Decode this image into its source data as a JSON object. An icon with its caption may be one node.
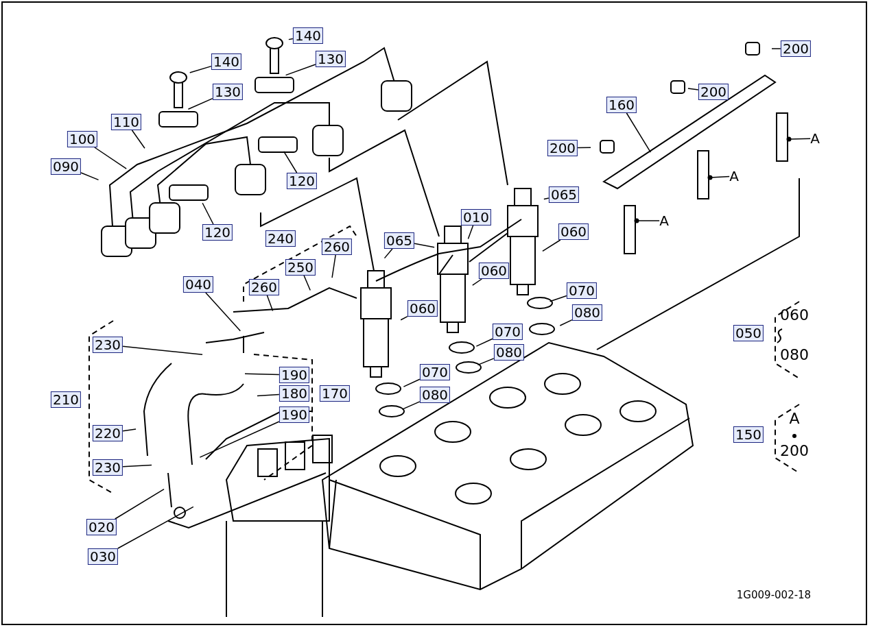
{
  "diagram": {
    "nodes": [
      {
        "text": [
          "140"
        ]
      },
      {
        "text": [
          "140"
        ]
      },
      {
        "text": [
          "130"
        ]
      },
      {
        "text": [
          "130"
        ]
      },
      {
        "text": [
          "200"
        ]
      },
      {
        "text": [
          "200"
        ]
      },
      {
        "text": [
          "110"
        ]
      },
      {
        "text": [
          "160"
        ]
      },
      {
        "text": [
          "100"
        ]
      },
      {
        "text": [
          "200"
        ]
      },
      {
        "text": [
          "090"
        ]
      },
      {
        "text": [
          "120"
        ]
      },
      {
        "text": [
          "A"
        ]
      },
      {
        "text": [
          "A"
        ]
      },
      {
        "text": [
          "065"
        ]
      },
      {
        "text": [
          "A"
        ]
      },
      {
        "text": [
          "120"
        ]
      },
      {
        "text": [
          "010"
        ]
      },
      {
        "text": [
          "060"
        ]
      },
      {
        "text": [
          "065"
        ]
      },
      {
        "text": [
          "260"
        ]
      },
      {
        "text": [
          "250"
        ]
      },
      {
        "text": [
          "060"
        ]
      },
      {
        "text": [
          "040"
        ]
      },
      {
        "text": [
          "260"
        ]
      },
      {
        "text": [
          "070"
        ]
      },
      {
        "text": [
          "060"
        ]
      },
      {
        "text": [
          "080"
        ]
      },
      {
        "text": [
          "070"
        ]
      },
      {
        "text": [
          "230"
        ]
      },
      {
        "text": [
          "080"
        ]
      },
      {
        "text": [
          "070"
        ]
      },
      {
        "text": [
          "190"
        ]
      },
      {
        "text": [
          "080"
        ]
      },
      {
        "text": [
          "180"
        ]
      },
      {
        "text": [
          "190"
        ]
      },
      {
        "text": [
          "220"
        ]
      },
      {
        "text": [
          "230"
        ]
      },
      {
        "text": [
          "020"
        ]
      },
      {
        "text": [
          "030"
        ]
      },
      {
        "text": [
          "240"
        ]
      },
      {
        "text": [
          "210"
        ]
      },
      {
        "text": [
          "170"
        ]
      },
      {
        "text": [
          "050"
        ]
      },
      {
        "text": [
          "150"
        ]
      }
    ],
    "edges": [
      {
        "from": 0,
        "to": null,
        "arrow": "none"
      },
      {
        "from": 1,
        "to": null,
        "arrow": "none"
      },
      {
        "from": 2,
        "to": null,
        "arrow": "none"
      },
      {
        "from": 3,
        "to": null,
        "arrow": "none"
      },
      {
        "from": 4,
        "to": null,
        "arrow": "none"
      },
      {
        "from": 5,
        "to": null,
        "arrow": "none"
      },
      {
        "from": 6,
        "to": null,
        "arrow": "none"
      },
      {
        "from": 7,
        "to": null,
        "arrow": "none"
      },
      {
        "from": 8,
        "to": null,
        "arrow": "none"
      },
      {
        "from": 9,
        "to": null,
        "arrow": "none"
      },
      {
        "from": 10,
        "to": null,
        "arrow": "none"
      },
      {
        "from": 11,
        "to": null,
        "arrow": "none"
      },
      {
        "from": 12,
        "to": null,
        "arrow": "other"
      },
      {
        "from": 13,
        "to": null,
        "arrow": "other"
      },
      {
        "from": 14,
        "to": null,
        "arrow": "none"
      },
      {
        "from": 15,
        "to": null,
        "arrow": "other"
      },
      {
        "from": 16,
        "to": null,
        "arrow": "none"
      },
      {
        "from": 17,
        "to": null,
        "arrow": "none"
      },
      {
        "from": 18,
        "to": null,
        "arrow": "none"
      },
      {
        "from": 19,
        "to": null,
        "arrow": "none"
      },
      {
        "from": 19,
        "to": null,
        "arrow": "none"
      },
      {
        "from": 20,
        "to": null,
        "arrow": "none"
      },
      {
        "from": 21,
        "to": null,
        "arrow": "none"
      },
      {
        "from": 22,
        "to": null,
        "arrow": "none"
      },
      {
        "from": 23,
        "to": null,
        "arrow": "none"
      },
      {
        "from": 24,
        "to": null,
        "arrow": "none"
      },
      {
        "from": 25,
        "to": null,
        "arrow": "none"
      },
      {
        "from": 26,
        "to": null,
        "arrow": "none"
      },
      {
        "from": 27,
        "to": null,
        "arrow": "none"
      },
      {
        "from": 28,
        "to": null,
        "arrow": "none"
      },
      {
        "from": 29,
        "to": null,
        "arrow": "none"
      },
      {
        "from": 30,
        "to": null,
        "arrow": "none"
      },
      {
        "from": 31,
        "to": null,
        "arrow": "none"
      },
      {
        "from": 32,
        "to": null,
        "arrow": "none"
      },
      {
        "from": 33,
        "to": null,
        "arrow": "none"
      },
      {
        "from": 34,
        "to": null,
        "arrow": "none"
      },
      {
        "from": 35,
        "to": null,
        "arrow": "none"
      },
      {
        "from": 36,
        "to": null,
        "arrow": "none"
      },
      {
        "from": 37,
        "to": null,
        "arrow": "none"
      },
      {
        "from": 38,
        "to": null,
        "arrow": "none"
      },
      {
        "from": 39,
        "to": null,
        "arrow": "none"
      }
    ],
    "labels": [
      "060",
      "080",
      "A",
      "200",
      "1G009-002-18"
    ]
  }
}
